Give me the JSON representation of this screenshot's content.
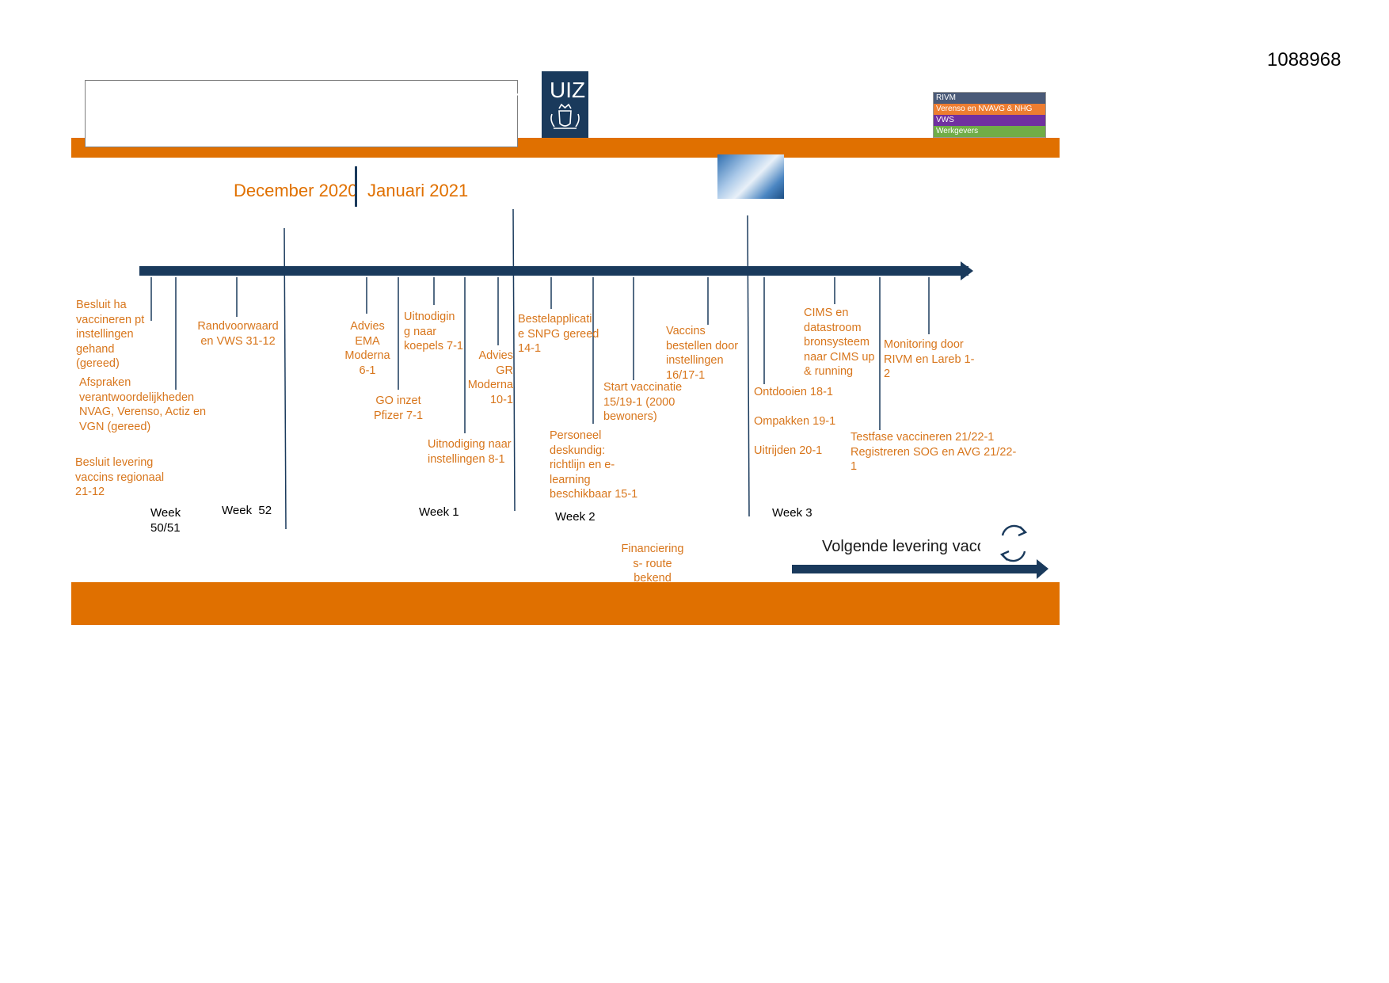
{
  "document_id": "1088968",
  "header": {
    "title_fragment": "HUIZ",
    "legend": [
      {
        "label": "RIVM",
        "color": "#4a5a78"
      },
      {
        "label": "Verenso en NVAVG & NHG",
        "color": "#ed7d31"
      },
      {
        "label": "VWS",
        "color": "#7030a0"
      },
      {
        "label": "Werkgevers",
        "color": "#70ad47"
      }
    ]
  },
  "months": {
    "december": "December 2020",
    "januari": "Januari 2021"
  },
  "events": [
    {
      "id": "ha",
      "text": "Besluit  ha vaccineren pt instellingen gehand (gereed)"
    },
    {
      "id": "afspraken",
      "text": "Afspraken verantwoordelijkheden NVAG, Verenso, Actiz en VGN (gereed)"
    },
    {
      "id": "levering",
      "text": "Besluit levering vaccins regionaal 21-12"
    },
    {
      "id": "randvoorwaard",
      "text": "Randvoorwaard en VWS 31-12"
    },
    {
      "id": "ema",
      "text": "Advies EMA Moderna 6-1"
    },
    {
      "id": "go",
      "text": "GO inzet Pfizer 7-1"
    },
    {
      "id": "koepels",
      "text": "Uitnodigin g naar koepels 7-1"
    },
    {
      "id": "gr",
      "text": "Advies GR Moderna 10-1"
    },
    {
      "id": "uitnodiging",
      "text": "Uitnodiging naar instellingen 8-1"
    },
    {
      "id": "snpg",
      "text": "Bestelapplicati e SNPG gereed 14-1"
    },
    {
      "id": "personeel",
      "text": "Personeel deskundig: richtlijn en e-learning beschikbaar 15-1"
    },
    {
      "id": "start",
      "text": "Start vaccinatie 15/19-1 (2000 bewoners)"
    },
    {
      "id": "bestellen",
      "text": "Vaccins bestellen door instellingen 16/17-1"
    },
    {
      "id": "ontdooien",
      "text": "Ontdooien 18-1"
    },
    {
      "id": "ompakken",
      "text": "Ompakken 19-1"
    },
    {
      "id": "uitrijden",
      "text": "Uitrijden 20-1"
    },
    {
      "id": "cims",
      "text": "CIMS en datastroom bronsysteem naar CIMS up & running"
    },
    {
      "id": "monitoring",
      "text": "Monitoring door RIVM en Lareb 1-2"
    },
    {
      "id": "testfase",
      "text": "Testfase vaccineren 21/22-1 Registreren SOG en AVG 21/22-1"
    },
    {
      "id": "financiering",
      "text": "Financiering s- route bekend"
    }
  ],
  "weeks": [
    "Week 50/51",
    "Week  52",
    "Week 1",
    "Week 2",
    "Week 3"
  ],
  "next_delivery": {
    "label": "Volgende levering vaccins",
    "icon": "refresh-cycle-icon"
  },
  "colors": {
    "orange": "#e07000",
    "navy": "#1a3a5c",
    "event_text": "#d8761c"
  }
}
